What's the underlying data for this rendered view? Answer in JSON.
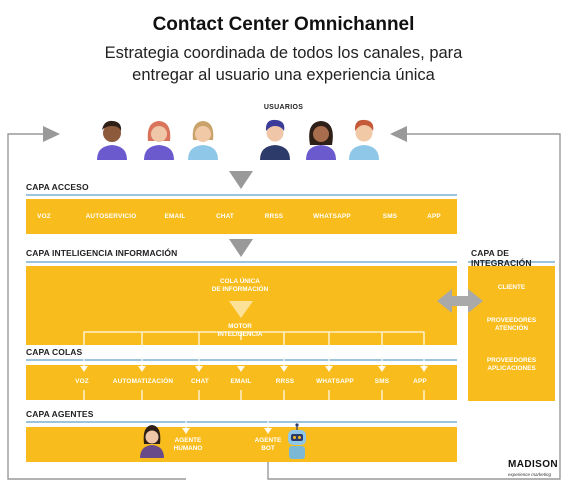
{
  "header": {
    "title": "Contact Center Omnichannel",
    "subtitle_line1": "Estrategia coordinada de todos los canales, para",
    "subtitle_line2": "entregar al usuario una experiencia única"
  },
  "usuarios_label": "USUARIOS",
  "capa_acceso": {
    "label": "CAPA ACCESO",
    "items": [
      "VOZ",
      "AUTOSERVICIO",
      "EMAIL",
      "CHAT",
      "RRSS",
      "WHATSAPP",
      "SMS",
      "APP"
    ]
  },
  "capa_inteligencia": {
    "label": "CAPA INTELIGENCIA INFORMACIÓN",
    "cola_line1": "COLA ÚNICA",
    "cola_line2": "DE INFORMACIÓN",
    "motor_line1": "MOTOR",
    "motor_line2": "INTELIGENCIA"
  },
  "capa_colas": {
    "label": "CAPA COLAS",
    "items": [
      "VOZ",
      "AUTOMATIZACIÓN",
      "CHAT",
      "EMAIL",
      "RRSS",
      "WHATSAPP",
      "SMS",
      "APP"
    ]
  },
  "capa_agentes": {
    "label": "CAPA AGENTES",
    "agente_humano_line1": "AGENTE",
    "agente_humano_line2": "HUMANO",
    "agente_bot_line1": "AGENTE",
    "agente_bot_line2": "BOT"
  },
  "capa_integracion": {
    "label": "CAPA DE INTEGRACIÓN",
    "item1": "CLIENTE",
    "item2_line1": "PROVEEDORES",
    "item2_line2": "ATENCIÓN",
    "item3_line1": "PROVEEDORES",
    "item3_line2": "APLICACIONES"
  },
  "logo": {
    "name": "MADISON",
    "tagline": "experience marketing"
  },
  "colors": {
    "yellow": "#f8bd1d",
    "blue_line": "#9cc4dd",
    "gray_arrow": "#999999"
  }
}
